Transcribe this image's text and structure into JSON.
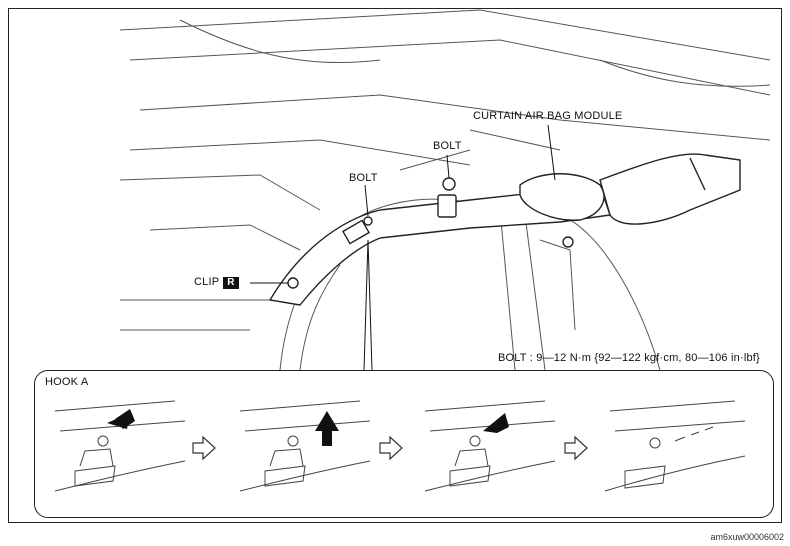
{
  "labels": {
    "curtain_module": "CURTAIN AIR BAG MODULE",
    "bolt_left": "BOLT",
    "bolt_right": "BOLT",
    "clip": "CLIP",
    "clip_badge": "R",
    "torque": "BOLT : 9—12 N·m {92—122 kgf·cm, 80—106 in·lbf}",
    "hook": "HOOK A"
  },
  "figure_code": "am6xuw00006002",
  "icons": [
    "arrow-right-outline-icon",
    "push-arrow-icon"
  ]
}
